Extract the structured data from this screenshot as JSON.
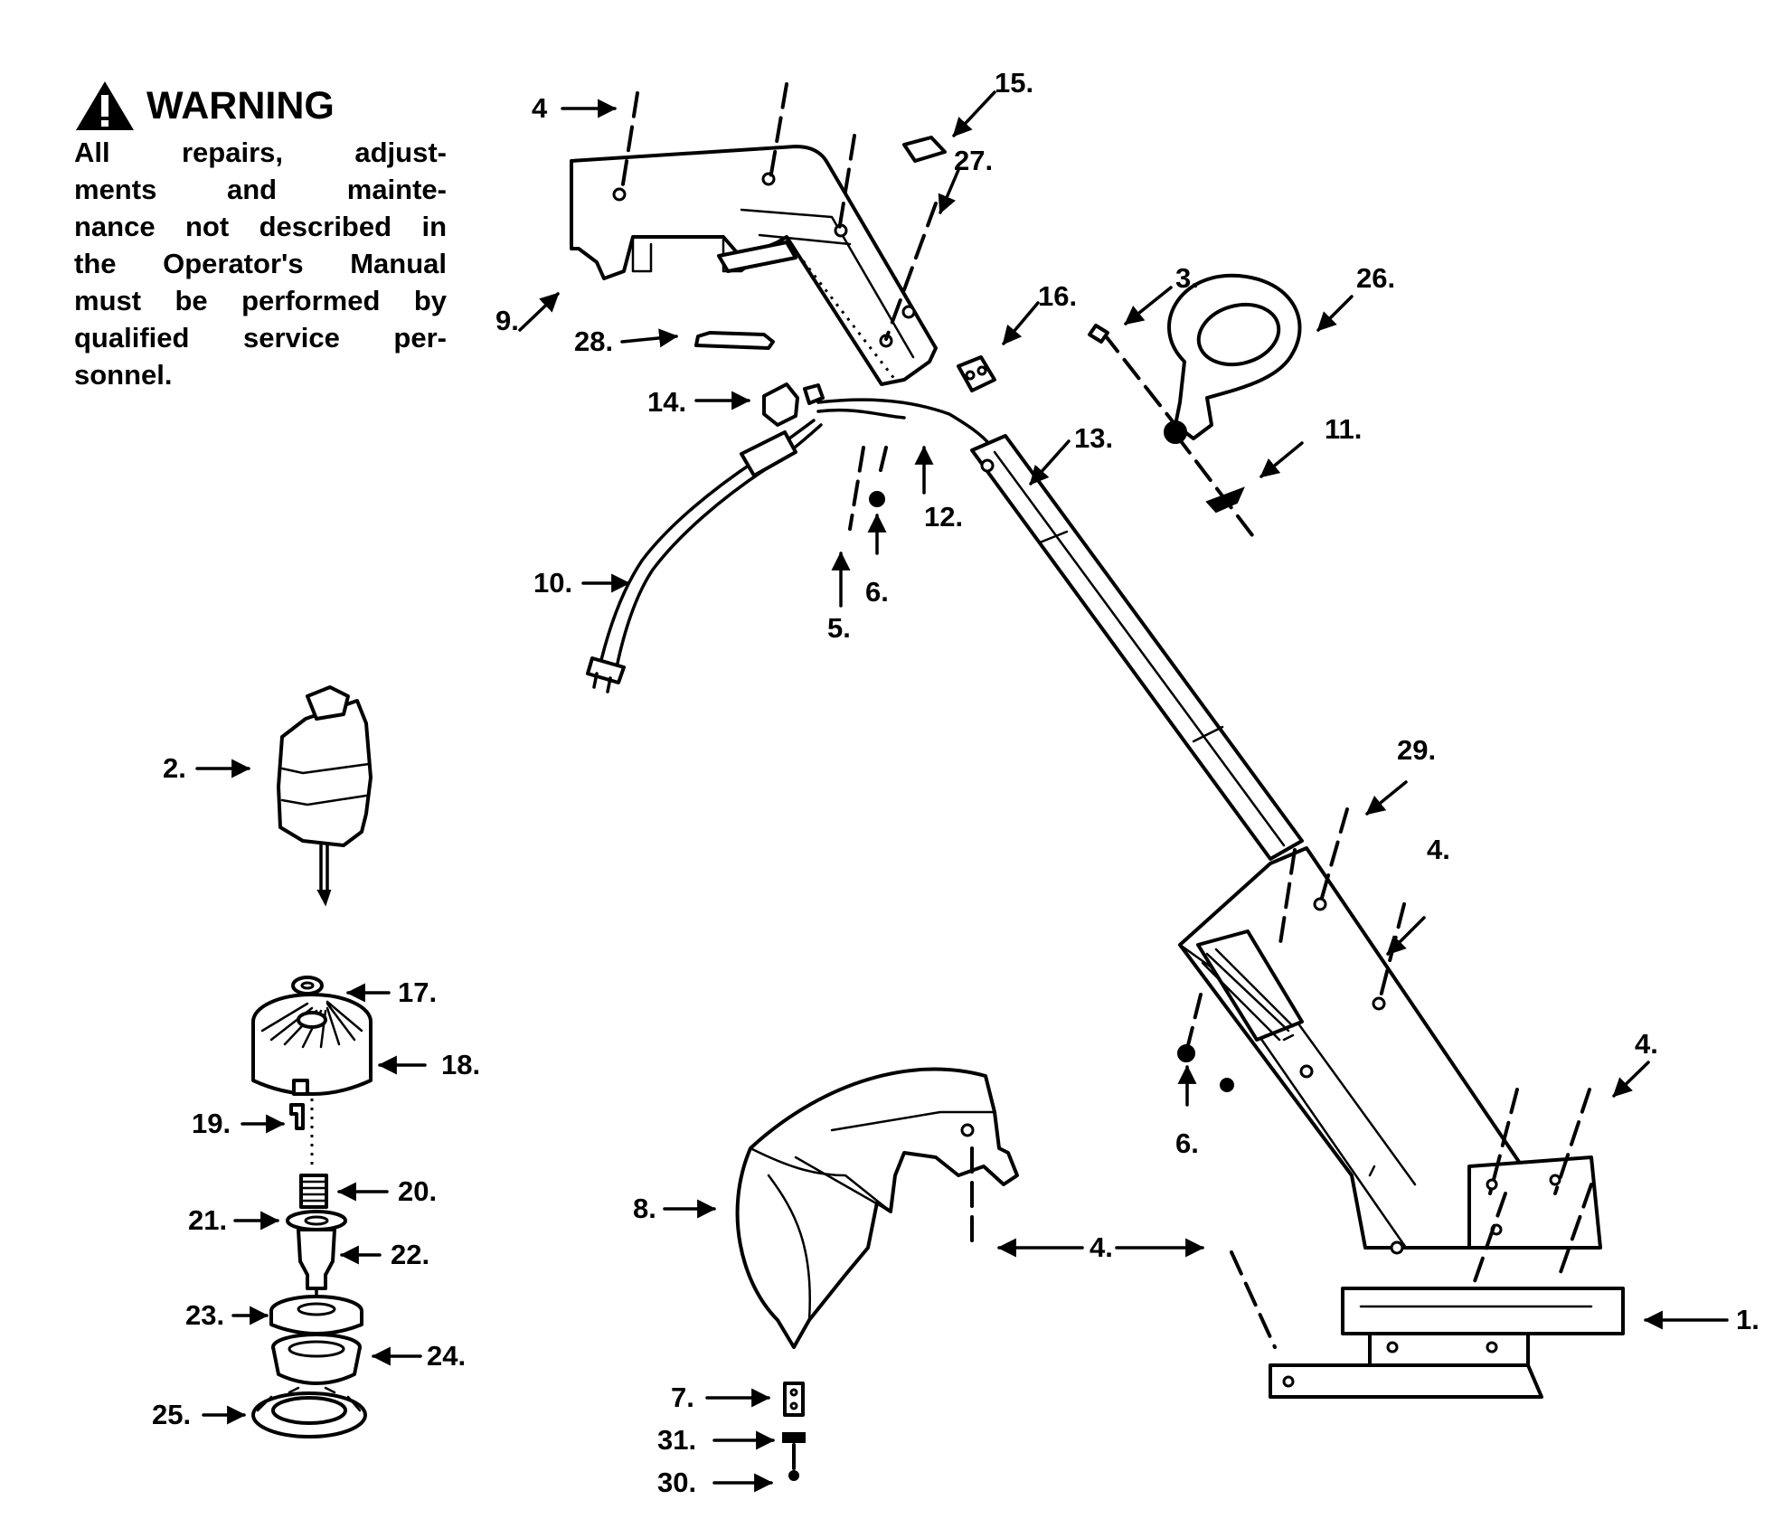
{
  "warning": {
    "title": "WARNING",
    "lines": [
      "All repairs, adjust-",
      "ments and mainte-",
      "nance not described in",
      "the Operator's Manual",
      "must be performed by",
      "qualified service per-",
      "sonnel."
    ]
  },
  "callouts": {
    "c1": "1.",
    "c2": "2.",
    "c3": "3.",
    "c4a": "4",
    "c4b": "4.",
    "c4c": "4.",
    "c4d": "4.",
    "c5": "5.",
    "c6a": "6.",
    "c6b": "6.",
    "c7": "7.",
    "c8": "8.",
    "c9": "9.",
    "c10": "10.",
    "c11": "11.",
    "c12": "12.",
    "c13": "13.",
    "c14": "14.",
    "c15": "15.",
    "c16": "16.",
    "c17": "17.",
    "c18": "18.",
    "c19": "19.",
    "c20": "20.",
    "c21": "21.",
    "c22": "22.",
    "c23": "23.",
    "c24": "24.",
    "c25": "25.",
    "c26": "26.",
    "c27": "27.",
    "c28": "28.",
    "c29": "29.",
    "c30": "30.",
    "c31": "31."
  }
}
